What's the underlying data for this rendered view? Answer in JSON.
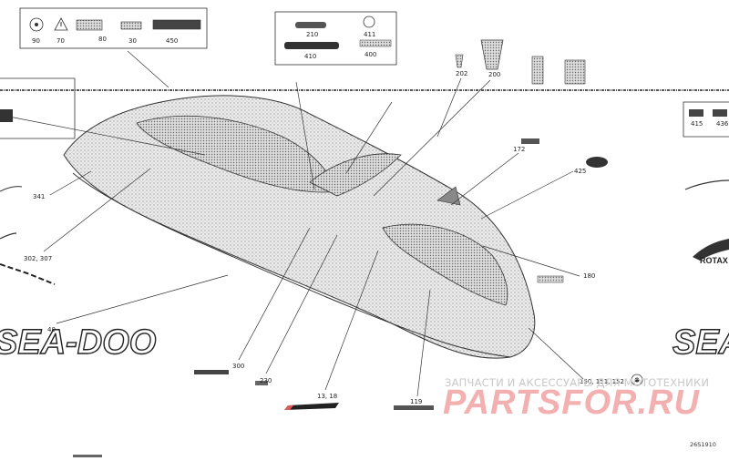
{
  "callouts": {
    "c90": "90",
    "c70": "70",
    "c80": "80",
    "c30": "30",
    "c450": "450",
    "c210": "210",
    "c411": "411",
    "c410": "410",
    "c400": "400",
    "c202": "202",
    "c200": "200",
    "c415": "415",
    "c436": "436",
    "c341": "341",
    "c302": "302, 307",
    "c40": "40",
    "c300": "300",
    "c230": "230",
    "c13": "13, 18",
    "c119": "119",
    "c172": "172",
    "c425": "425",
    "c180": "180",
    "c150": "150, 151, 152"
  },
  "decal_text": {
    "brand": "SEA-DOO",
    "rotax": "ROTAX"
  },
  "watermark": {
    "line1": "ЗАПЧАСТИ И АКСЕССУАРЫ ДЛЯ МОТОТЕХНИКИ",
    "line2": "PARTSFOR.RU"
  },
  "diagram_id": "26S1910",
  "colors": {
    "line": "#333333",
    "hull_fill": "#e6e6e6",
    "watermark_red": "#f2a3a3"
  }
}
